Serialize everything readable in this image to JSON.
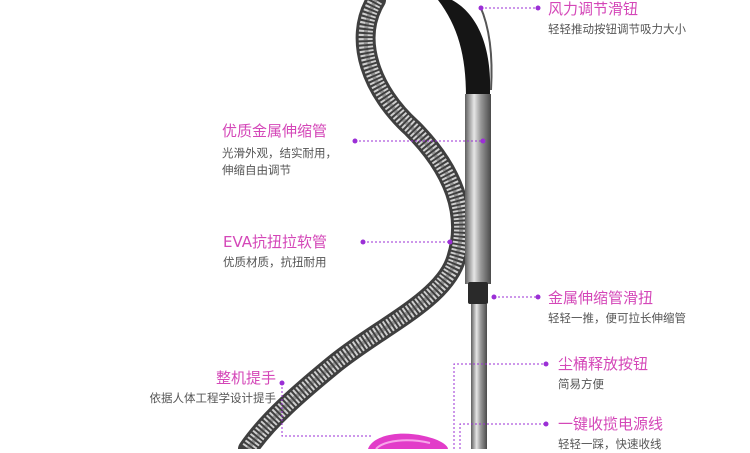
{
  "colors": {
    "accent": "#d447b8",
    "dot": "#9b2fd6",
    "text": "#555555",
    "hose_dark": "#4a4a4a",
    "hose_light": "#c9c9c9",
    "handle": "#151515",
    "tube_metal": "#8c8c8c",
    "pink_part": "#e23cc9"
  },
  "callouts": {
    "wind_slider": {
      "title": "风力调节滑钮",
      "desc": "轻轻推动按钮调节吸力大小"
    },
    "metal_tube": {
      "title": "优质金属伸缩管",
      "desc_lines": [
        "光滑外观，结实耐用，",
        "伸缩自由调节"
      ]
    },
    "eva_hose": {
      "title": "EVA抗扭拉软管",
      "desc": "优质材质，抗扭耐用"
    },
    "telescope_button": {
      "title": "金属伸缩管滑扭",
      "desc": "轻轻一推，便可拉长伸缩管"
    },
    "handle": {
      "title": "整机提手",
      "desc": "依据人体工程学设计提手"
    },
    "dust_release": {
      "title": "尘桶释放按钮",
      "desc": "简易方便"
    },
    "cord_rewind": {
      "title": "一键收揽电源线",
      "desc": "轻轻一踩，快速收线"
    }
  }
}
